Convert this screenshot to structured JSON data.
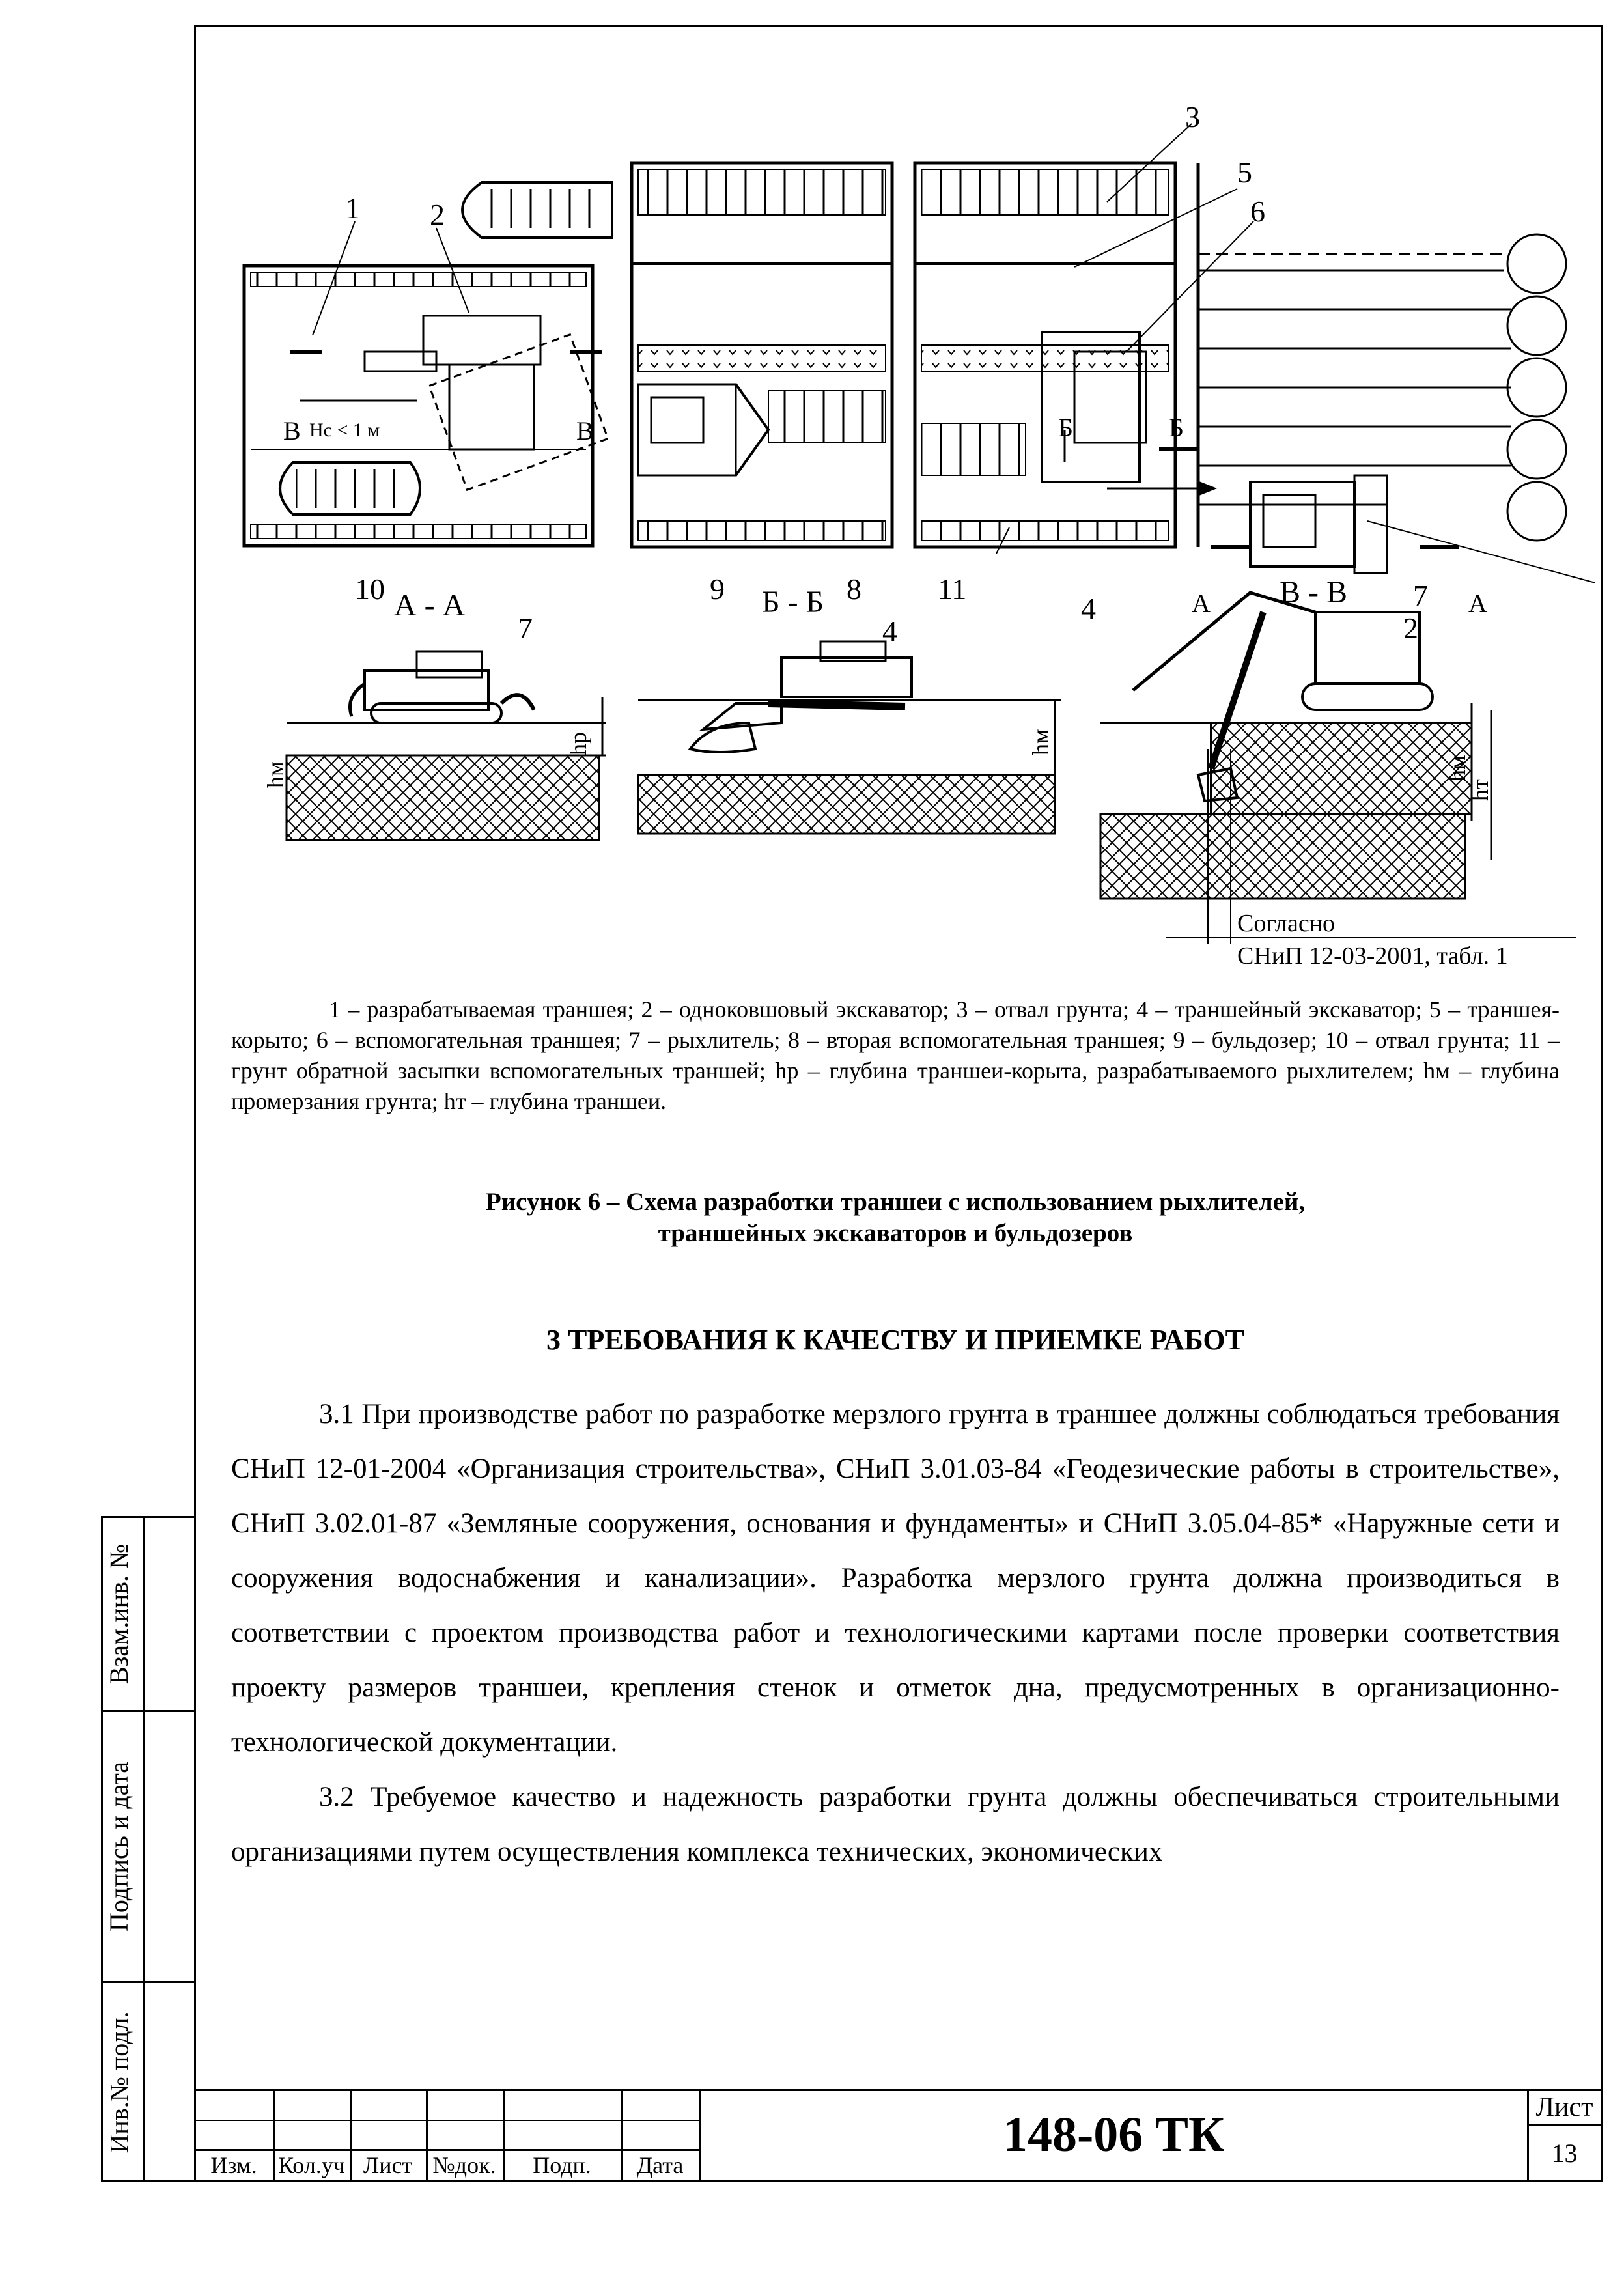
{
  "figure": {
    "callouts": [
      "1",
      "2",
      "3",
      "4",
      "5",
      "6",
      "7",
      "8",
      "9",
      "10",
      "11"
    ],
    "section_labels": {
      "aa": "А - А",
      "bb": "Б - Б",
      "vv": "В - В"
    },
    "cut_marks": {
      "a": "А",
      "b": "Б",
      "v": "В"
    },
    "hc_label": "Hc < 1 м",
    "dim_hp": "hр",
    "dim_hm": "hм",
    "dim_ht": "hт",
    "note_line1": "Согласно",
    "note_line2": "СНиП 12-03-2001, табл. 1"
  },
  "legend": "1 – разрабатываемая траншея; 2 – одноковшовый экскаватор; 3 – отвал грунта; 4 – траншейный экскаватор; 5 – траншея-корыто; 6 – вспомогательная траншея; 7 – рыхлитель; 8 – вторая вспомогательная траншея; 9 – бульдозер; 10 – отвал грунта; 11 – грунт обратной засыпки вспомогательных траншей; hр – глубина траншеи-корыта, разрабатываемого рыхлителем; hм – глубина промерзания грунта; hт – глубина траншеи.",
  "caption": {
    "line1": "Рисунок 6 – Схема разработки траншеи с использованием рыхлителей,",
    "line2": "траншейных экскаваторов и бульдозеров"
  },
  "section": {
    "title": "3 ТРЕБОВАНИЯ К КАЧЕСТВУ И ПРИЕМКЕ РАБОТ",
    "p1": "3.1 При производстве работ по разработке мерзлого грунта в траншее должны соблюдаться требования СНиП 12-01-2004 «Организация строительства», СНиП 3.01.03-84 «Геодезические работы в строительстве», СНиП 3.02.01-87 «Земляные сооружения, основания и фундаменты» и СНиП 3.05.04-85* «Наружные сети и сооружения водоснабжения и канализации». Разработка мерзлого грунта должна производиться в соответствии с проектом производства работ и технологическими картами после проверки соответствия проекту размеров траншеи, крепления стенок и отметок дна, предусмотренных в организационно-технологической документации.",
    "p2": "3.2 Требуемое качество и надежность разработки грунта должны обеспечиваться строительными организациями путем осуществления комплекса технических, экономических"
  },
  "side_stamp": {
    "vzam": "Взам.инв. №",
    "podpis": "Подпись и дата",
    "inv": "Инв.№ подл."
  },
  "title_block": {
    "izm": "Изм.",
    "kol": "Кол.уч",
    "list": "Лист",
    "ndok": "№док.",
    "podp": "Подп.",
    "data": "Дата",
    "code": "148-06 ТК",
    "sheet_label": "Лист",
    "sheet_number": "13"
  }
}
